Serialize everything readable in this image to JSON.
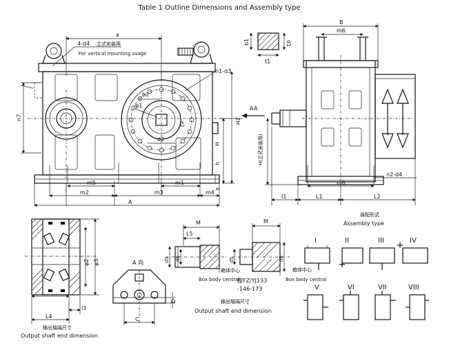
{
  "title": "Table 1  Outline Dimensions and Assembly type",
  "main_view": {
    "labels": {
      "a": "a",
      "four_d4": "4-d4",
      "four_d4_cn": "立式安装用",
      "vertical_note": "For vertical mounting usage",
      "n1_d3": "n1-d3",
      "b2": "b2",
      "phi1": "φ1",
      "d2": "d2",
      "e2": "e2",
      "n7": "n7",
      "h_lower": "h",
      "H": "H",
      "H2": "2H",
      "E": "E",
      "m5": "m5",
      "m1": "m1",
      "m2": "m2",
      "m3": "m3",
      "m4": "m4",
      "A": "A",
      "arrow_a": "A"
    }
  },
  "side_view": {
    "labels": {
      "B": "B",
      "m6_top": "m6",
      "m6_bottom": "m6",
      "n2_d4": "n2-d4",
      "l1": "l1",
      "L1": "L1",
      "L2": "L2",
      "arrow_a": "A",
      "vertical_cn": "H(立式安装用)"
    }
  },
  "key_detail": {
    "b1": "b1",
    "t1": "t1",
    "d1": "d1"
  },
  "output_left": {
    "L4": "L4",
    "l3": "l3",
    "phi2": "φ2",
    "phi3": "φ3",
    "caption_cn": "输出轴端尺寸",
    "caption": "Output shaft end dimension"
  },
  "a_view": {
    "title": "A 向",
    "C": "C",
    "D": "D"
  },
  "shaft_end": {
    "M_left": "M",
    "L5": "L5",
    "d5_left": "d5",
    "d6_left": "d6",
    "center_cn_left": "箱体中心",
    "box_central_left": "Box body central",
    "M_right": "M",
    "d5_right": "d5",
    "d6_right": "d6",
    "center_cn_right": "箱体中心",
    "box_central_right": "Box body central",
    "standard": "按FZ/YJ133",
    "standard_nums": "-146-173",
    "caption_cn": "输出轴端尺寸",
    "caption": "Output shaft end dimension"
  },
  "assembly": {
    "title_cn": "装配形式",
    "title": "Assembly type",
    "types": [
      "I",
      "II",
      "III",
      "IV",
      "V",
      "VI",
      "VII",
      "VIII"
    ]
  }
}
